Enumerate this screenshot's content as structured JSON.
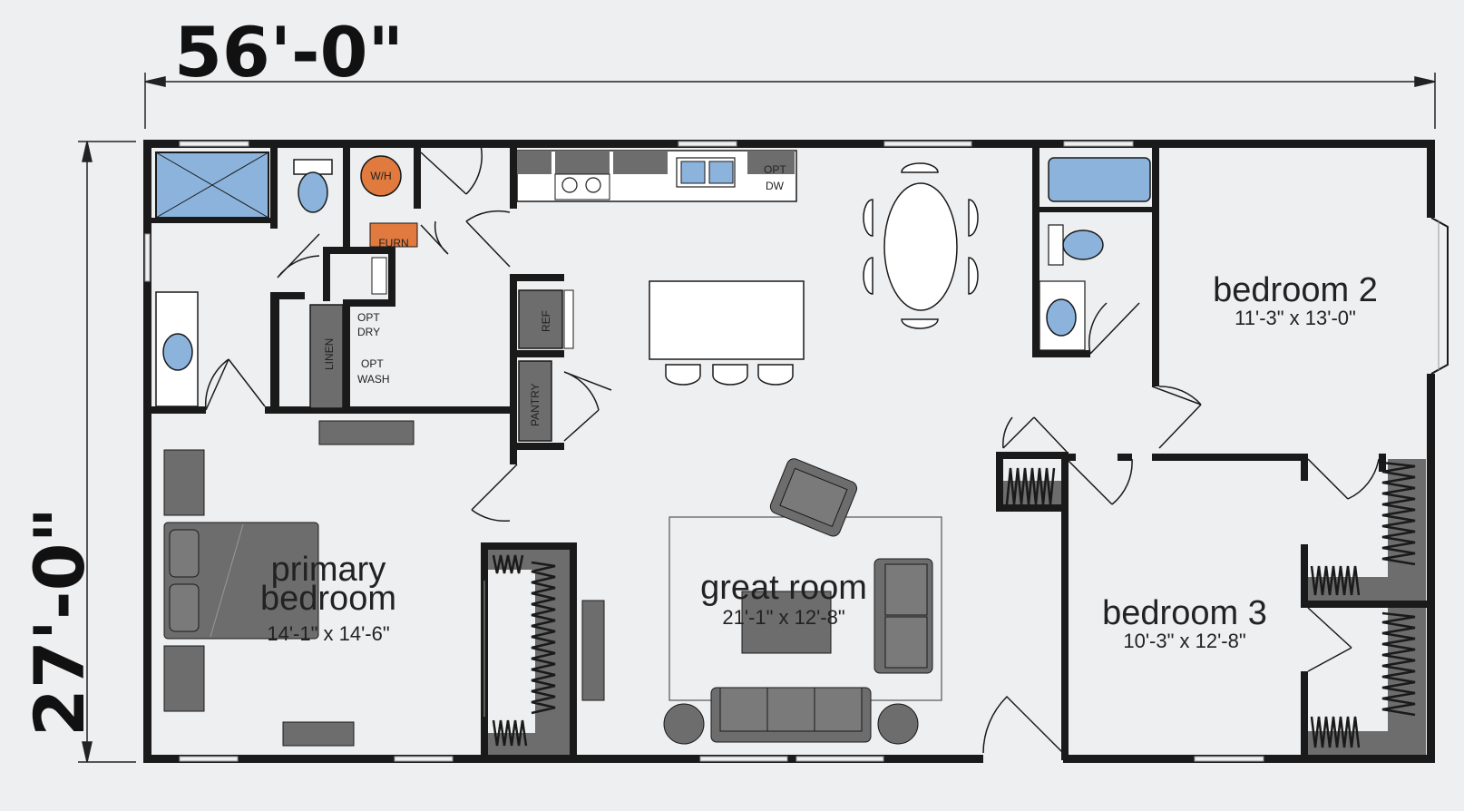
{
  "dimensions": {
    "width": "56'-0\"",
    "depth": "27'-0\""
  },
  "rooms": {
    "primary": {
      "name_line1": "primary",
      "name_line2": "bedroom",
      "size": "14'-1\" x 14'-6\""
    },
    "great": {
      "name": "great room",
      "size": "21'-1\" x 12'-8\""
    },
    "bed2": {
      "name": "bedroom 2",
      "size": "11'-3\" x 13'-0\""
    },
    "bed3": {
      "name": "bedroom 3",
      "size": "10'-3\" x 12'-8\""
    }
  },
  "labels": {
    "wh": "W/H",
    "furn": "FURN",
    "opt_dry_1": "OPT",
    "opt_dry_2": "DRY",
    "opt_wash_1": "OPT",
    "opt_wash_2": "WASH",
    "linen": "LINEN",
    "ref": "REF",
    "pantry": "PANTRY",
    "opt_dw_1": "OPT",
    "opt_dw_2": "DW"
  },
  "colors": {
    "wall": "#1a1a1a",
    "floor": "#eeeff0",
    "fixture_blue": "#8cb3dc",
    "furniture_gray": "#6d6d6d",
    "appliance_orange": "#e07a3e"
  }
}
